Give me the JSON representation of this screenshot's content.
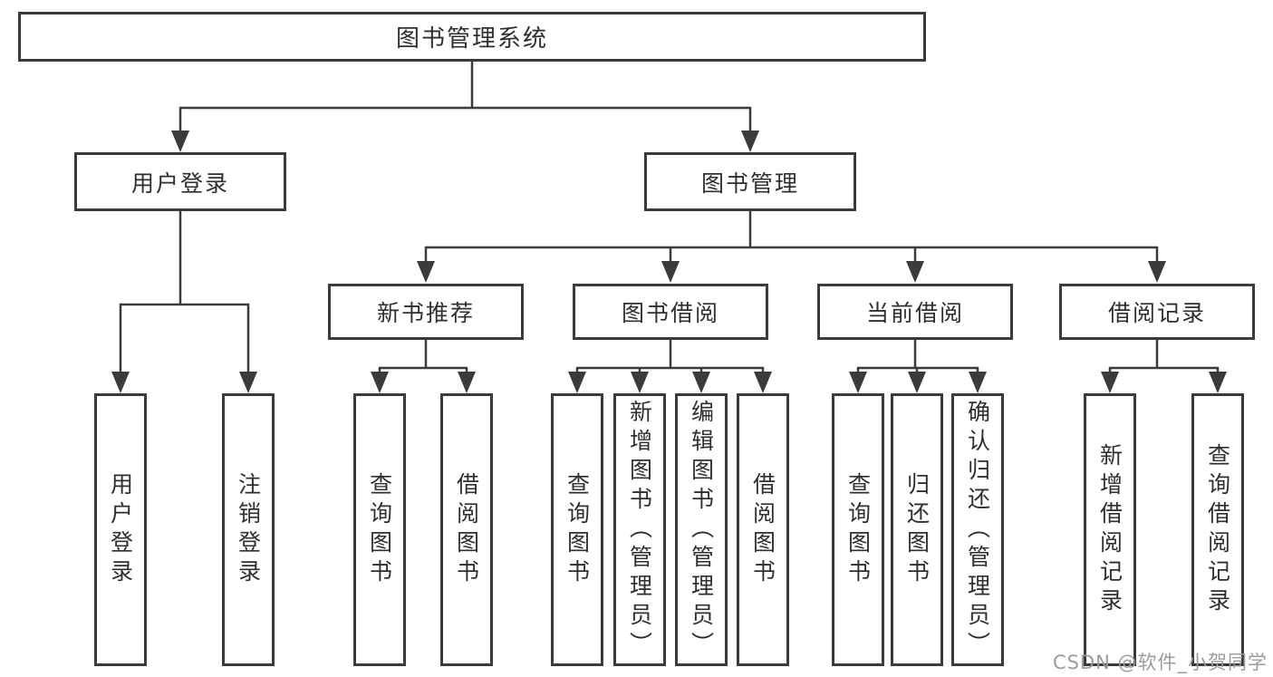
{
  "root": {
    "label": "图书管理系统"
  },
  "level2": [
    {
      "label": "用户登录",
      "parent": "图书管理系统"
    },
    {
      "label": "图书管理",
      "parent": "图书管理系统"
    }
  ],
  "level3": [
    {
      "label": "新书推荐",
      "parent": "图书管理"
    },
    {
      "label": "图书借阅",
      "parent": "图书管理"
    },
    {
      "label": "当前借阅",
      "parent": "图书管理"
    },
    {
      "label": "借阅记录",
      "parent": "图书管理"
    }
  ],
  "leaves": [
    {
      "label": "用户登录",
      "parent": "用户登录"
    },
    {
      "label": "注销登录",
      "parent": "用户登录"
    },
    {
      "label": "查询图书",
      "parent": "新书推荐"
    },
    {
      "label": "借阅图书",
      "parent": "新书推荐"
    },
    {
      "label": "查询图书",
      "parent": "图书借阅"
    },
    {
      "label": "新增图书（管理员）",
      "parent": "图书借阅"
    },
    {
      "label": "编辑图书（管理员）",
      "parent": "图书借阅"
    },
    {
      "label": "借阅图书",
      "parent": "图书借阅"
    },
    {
      "label": "查询图书",
      "parent": "当前借阅"
    },
    {
      "label": "归还图书",
      "parent": "当前借阅"
    },
    {
      "label": "确认归还（管理员）",
      "parent": "当前借阅"
    },
    {
      "label": "新增借阅记录",
      "parent": "借阅记录"
    },
    {
      "label": "查询借阅记录",
      "parent": "借阅记录"
    }
  ],
  "watermark": "CSDN @软件_小贺同学",
  "colors": {
    "line": "#3b3b3b",
    "text": "#2f2f2f",
    "background": "#ffffff",
    "watermark": "#9c9c9c"
  }
}
